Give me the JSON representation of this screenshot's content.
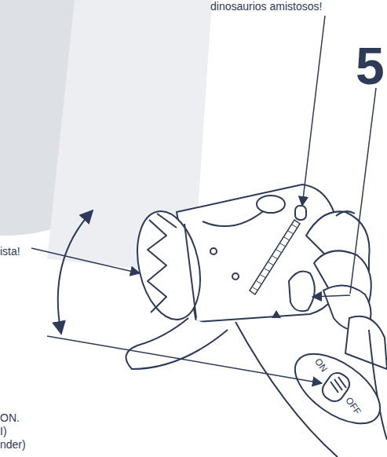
{
  "diagram": {
    "labels": [
      "dinosaurios amistosos!",
      "5",
      "ista!",
      "ON.",
      "I)",
      "nder)",
      "ON",
      "OFF"
    ]
  }
}
